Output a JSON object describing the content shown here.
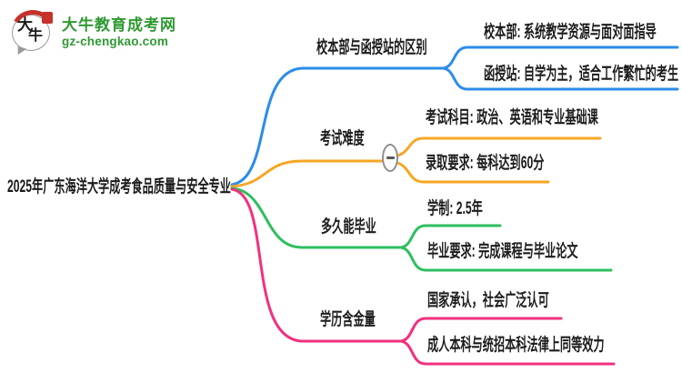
{
  "brand": {
    "name": "大牛教育成考网",
    "domain": "gz-chengkao.com",
    "logo_characters": {
      "first": "大",
      "second": "牛"
    },
    "color": "#2f9a32"
  },
  "mindmap": {
    "root_label": "2025年广东海洋大学成考食品质量与安全专业",
    "text_color": "#1c1c1c",
    "branches": [
      {
        "label": "校本部与函授站的区别",
        "color": "#2b8ce9",
        "children": [
          {
            "label": "校本部: 系统教学资源与面对面指导"
          },
          {
            "label": "函授站: 自学为主，适合工作繁忙的考生"
          }
        ]
      },
      {
        "label": "考试难度",
        "color": "#f7a623",
        "collapse_button": "minus",
        "children": [
          {
            "label": "考试科目: 政治、英语和专业基础课"
          },
          {
            "label": "录取要求: 每科达到60分"
          }
        ]
      },
      {
        "label": "多久能毕业",
        "color": "#2ebf5f",
        "children": [
          {
            "label": "学制: 2.5年"
          },
          {
            "label": "毕业要求: 完成课程与毕业论文"
          }
        ]
      },
      {
        "label": "学历含金量",
        "color": "#f2307e",
        "children": [
          {
            "label": "国家承认，社会广泛认可"
          },
          {
            "label": "成人本科与统招本科法律上同等效力"
          }
        ]
      }
    ]
  }
}
